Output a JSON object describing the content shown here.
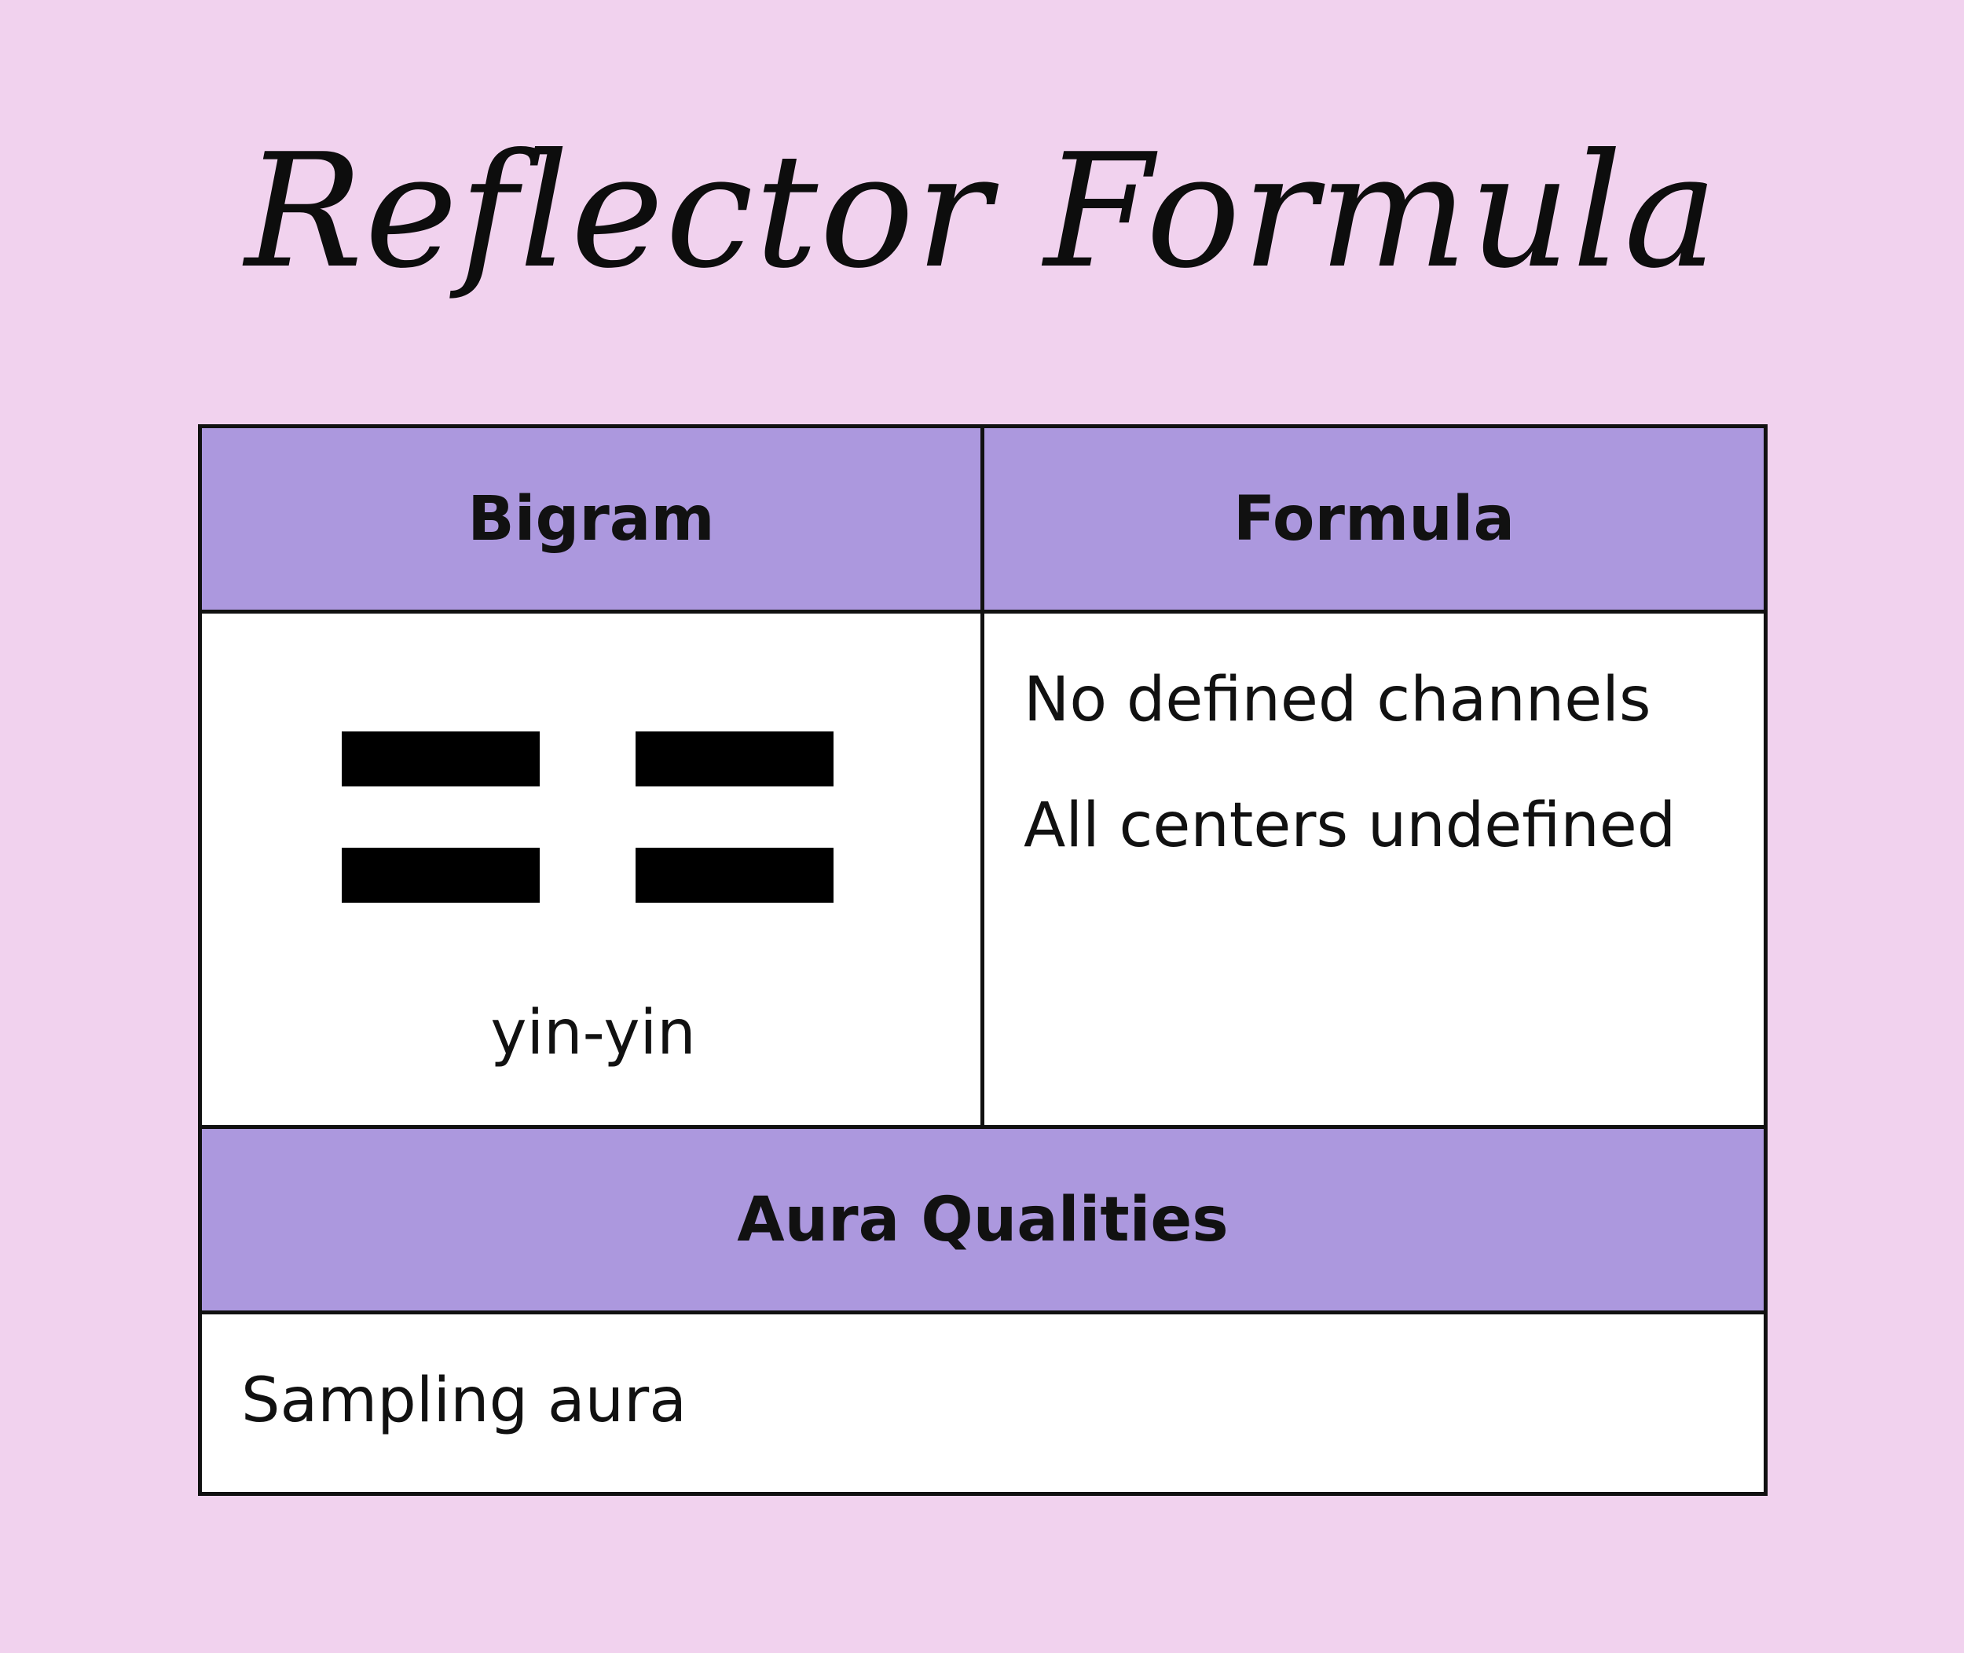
{
  "title": "Reflector Formula",
  "table": {
    "headers": {
      "bigram": "Bigram",
      "formula": "Formula",
      "aura": "Aura Qualities"
    },
    "bigram": {
      "symbol": "bigram-yin-yin-icon",
      "label": "yin-yin"
    },
    "formula": {
      "lines": [
        "No defined channels",
        "All centers undefined"
      ]
    },
    "aura": {
      "text": "Sampling aura"
    }
  },
  "colors": {
    "background": "#f1d2ee",
    "header": "#ac98de",
    "border": "#111111"
  }
}
